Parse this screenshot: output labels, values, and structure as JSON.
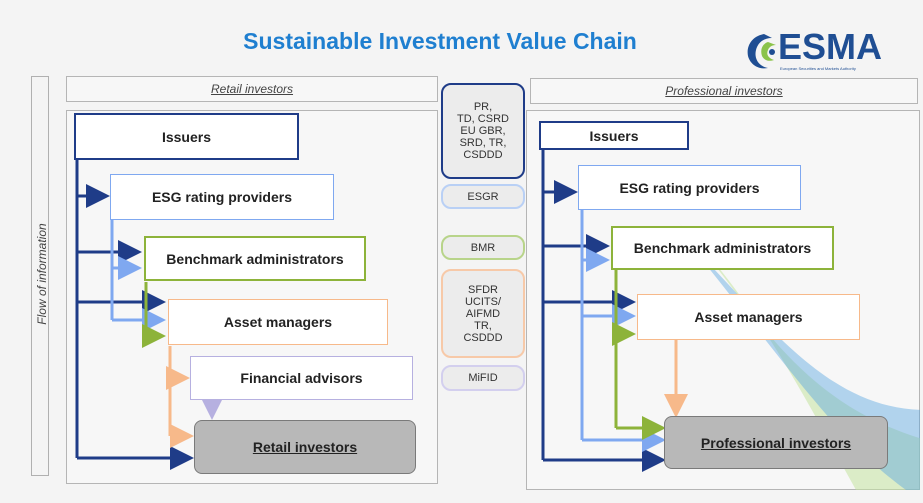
{
  "title": "Sustainable Investment Value Chain",
  "logo": {
    "word": "ESMA",
    "subtitle": "European Securities and Markets Authority"
  },
  "flow_label": "Flow of information",
  "retail": {
    "header": "Retail investors",
    "issuers": "Issuers",
    "esg": "ESG rating providers",
    "benchmark": "Benchmark administrators",
    "asset": "Asset managers",
    "advisors": "Financial advisors",
    "investors": "Retail investors"
  },
  "professional": {
    "header": "Professional investors",
    "issuers": "Issuers",
    "esg": "ESG rating providers",
    "benchmark": "Benchmark administrators",
    "asset": "Asset managers",
    "investors": "Professional investors"
  },
  "regulations": {
    "issuers": "PR,\nTD, CSRD\nEU GBR,\nSRD, TR,\nCSDDD",
    "esg": "ESGR",
    "benchmark": "BMR",
    "asset": "SFDR\nUCITS/\nAIFMD\nTR,\nCSDDD",
    "advisors": "MiFID"
  },
  "colors": {
    "issuers": "#1f3c88",
    "esg": "#7fa8f0",
    "benchmark": "#8db33a",
    "asset": "#f7b98a",
    "advisors": "#b6b0e0",
    "title": "#1f7fd0"
  }
}
